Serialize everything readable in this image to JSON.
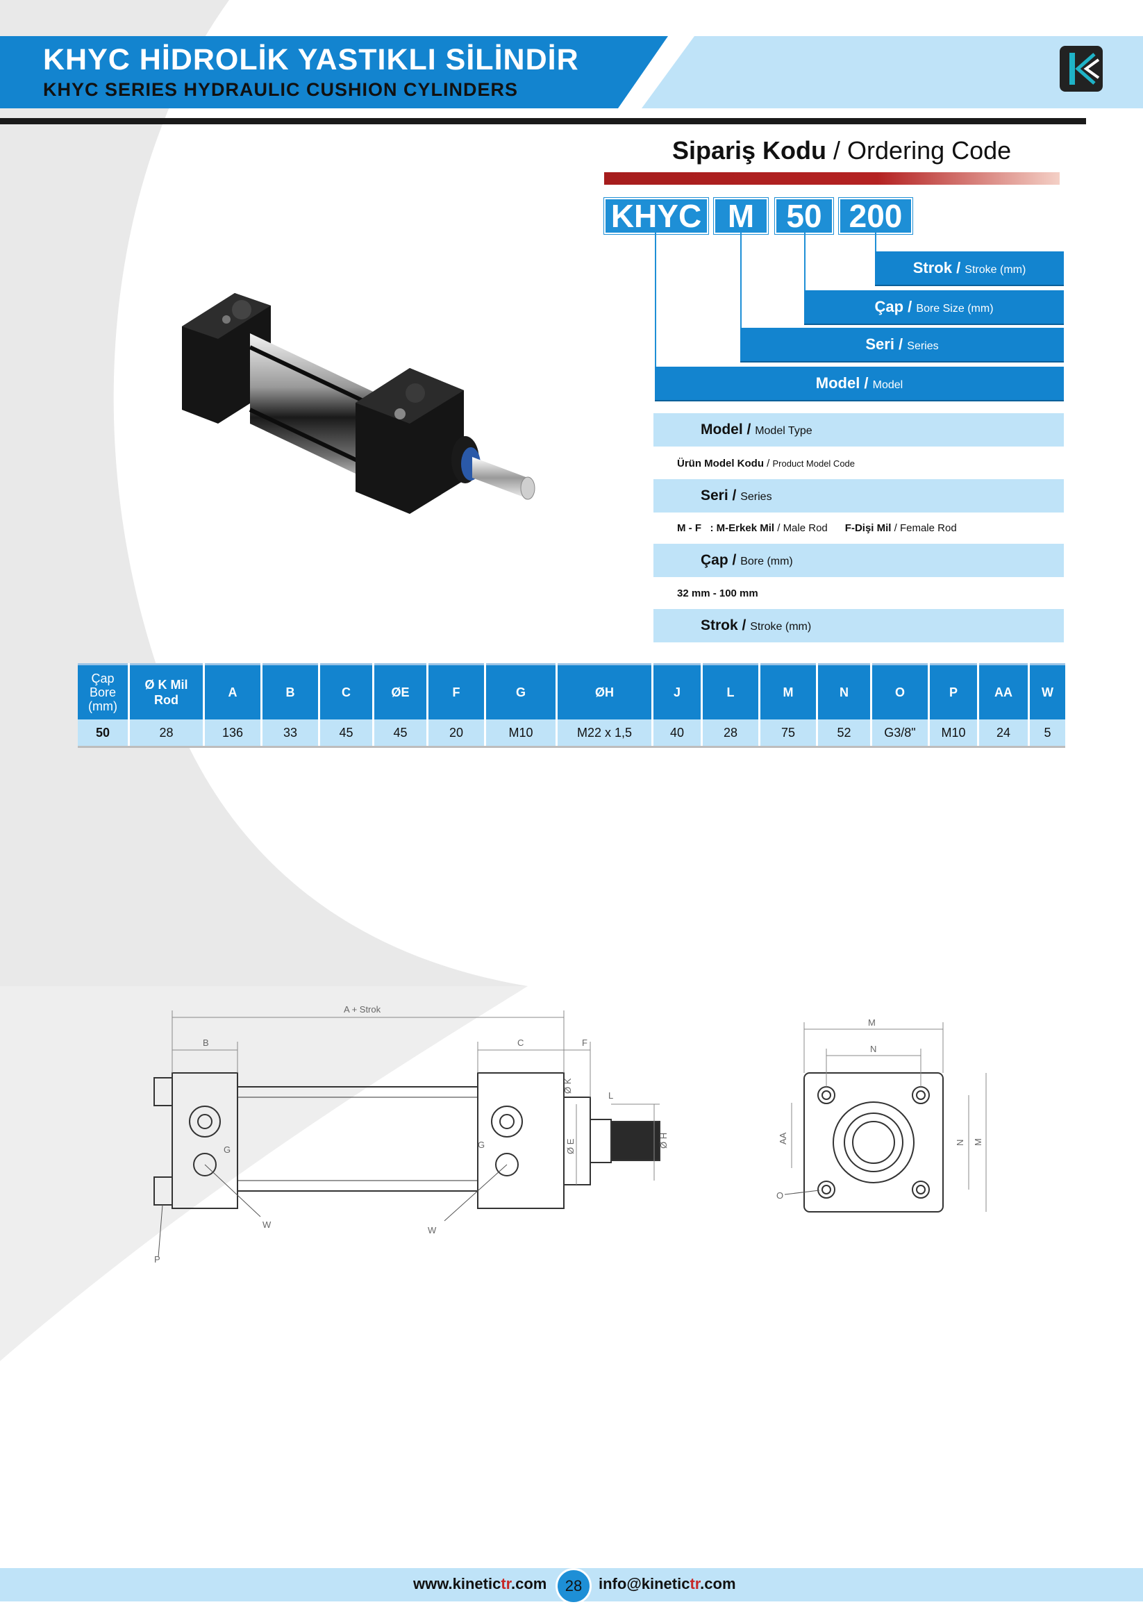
{
  "header": {
    "title_tr": "KHYC HİDROLİK YASTIKLI SİLİNDİR",
    "title_en": "KHYC SERIES HYDRAULIC CUSHION CYLINDERS"
  },
  "colors": {
    "brand_blue": "#1384cf",
    "light_blue": "#bfe3f8",
    "accent_red": "#b42222"
  },
  "ordering": {
    "title_tr": "Sipariş Kodu",
    "sep": " / ",
    "title_en": "Ordering Code",
    "codes": [
      "KHYC",
      "M",
      "50",
      "200"
    ],
    "labels": {
      "strok_tr": "Strok",
      "strok_en": "Stroke (mm)",
      "cap_tr": "Çap",
      "cap_en": "Bore Size (mm)",
      "seri_tr": "Seri",
      "seri_en": "Series",
      "model_tr": "Model",
      "model_en": "Model"
    },
    "specs": {
      "model_head_tr": "Model",
      "model_head_en": "Model Type",
      "model_desc_tr": "Ürün Model Kodu",
      "model_desc_en": "Product Model Code",
      "seri_head_tr": "Seri",
      "seri_head_en": "Series",
      "seri_code": "M - F",
      "seri_male_tr": ": M-Erkek Mil",
      "seri_male_en": "Male Rod",
      "seri_female_tr": "F-Dişi Mil",
      "seri_female_en": "Female Rod",
      "cap_head_tr": "Çap",
      "cap_head_en": "Bore (mm)",
      "cap_range": "32 mm - 100 mm",
      "strok_head_tr": "Strok",
      "strok_head_en": "Stroke (mm)"
    }
  },
  "table": {
    "first_header_lines": [
      "Çap",
      "Bore",
      "(mm)"
    ],
    "second_header_lines": [
      "Ø K Mil",
      "Rod"
    ],
    "headers": [
      "A",
      "B",
      "C",
      "ØE",
      "F",
      "G",
      "ØH",
      "J",
      "L",
      "M",
      "N",
      "O",
      "P",
      "AA",
      "W"
    ],
    "row": [
      "50",
      "28",
      "136",
      "33",
      "45",
      "45",
      "20",
      "M10",
      "M22 x 1,5",
      "40",
      "28",
      "75",
      "52",
      "G3/8\"",
      "M10",
      "24",
      "5"
    ]
  },
  "drawing": {
    "side": {
      "a_strok": "A + Strok",
      "b": "B",
      "c": "C",
      "f": "F",
      "ok": "Ø K",
      "l": "L",
      "oe": "Ø E",
      "oh": "Ø H",
      "g": "G",
      "w": "W",
      "p": "P"
    },
    "front": {
      "m": "M",
      "n": "N",
      "aa": "AA",
      "o": "O"
    }
  },
  "footer": {
    "web_a": "www.kinetic",
    "web_b": "tr",
    "web_c": ".com",
    "page": "28",
    "mail_a": "info@kinetic",
    "mail_b": "tr",
    "mail_c": ".com"
  }
}
